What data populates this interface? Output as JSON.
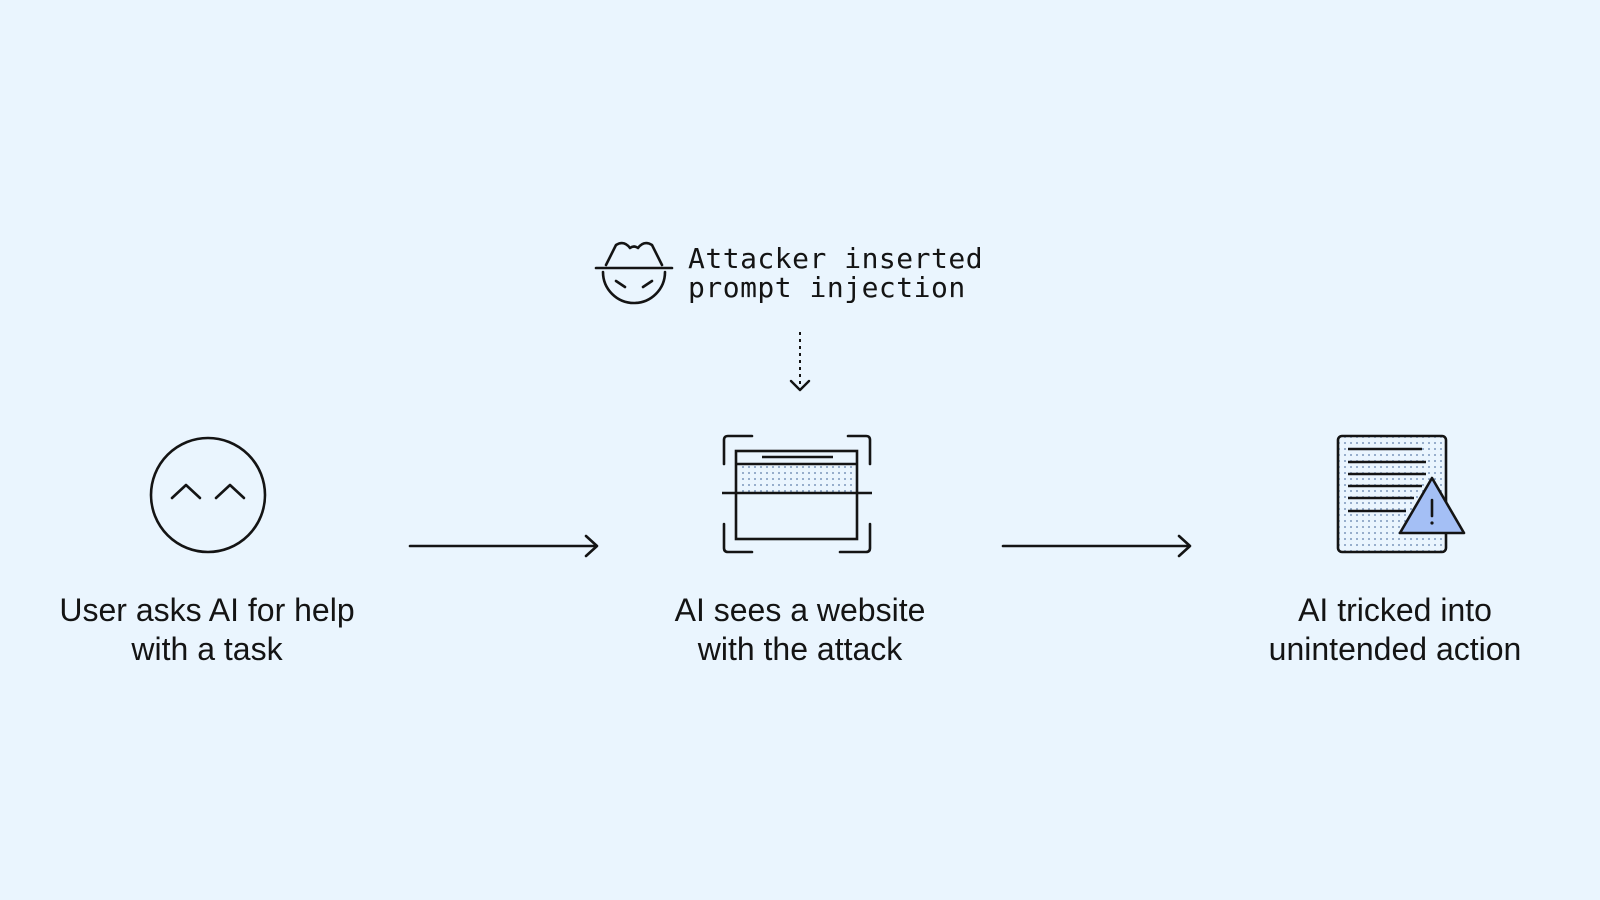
{
  "attacker": {
    "icon": "spy-hat-icon",
    "line_1": "Attacker inserted",
    "line_2": "prompt injection"
  },
  "steps": [
    {
      "icon": "smiling-face-icon",
      "line_1": "User asks AI for help",
      "line_2": "with a task"
    },
    {
      "icon": "website-scan-icon",
      "line_1": "AI sees a website",
      "line_2": "with the attack"
    },
    {
      "icon": "document-warning-icon",
      "line_1": "AI tricked into",
      "line_2": "unintended action"
    }
  ],
  "colors": {
    "background": "#eaf5fe",
    "stroke": "#141414",
    "warning_fill": "#a4bff5"
  }
}
